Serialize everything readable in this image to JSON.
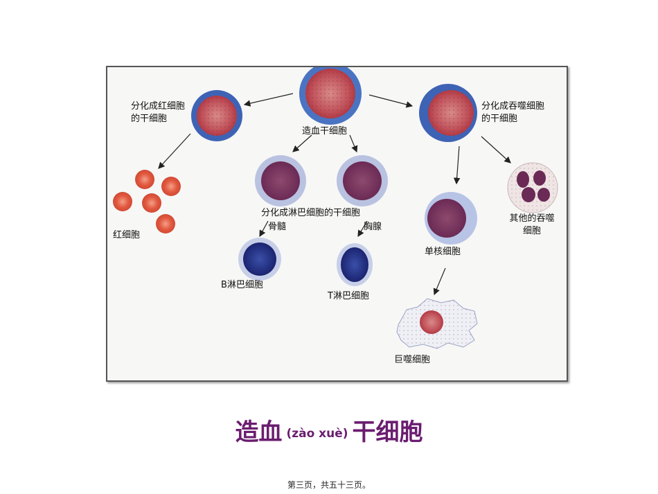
{
  "diagram": {
    "labels": {
      "stem_cell": "造血干细胞",
      "erythroid_progenitor": "分化成红细胞的干细胞",
      "red_blood_cells": "红细胞",
      "lymphoid_progenitor": "分化成淋巴细胞的干细胞",
      "bone_marrow": "骨髓",
      "thymus": "胸腺",
      "b_cell": "B淋巴细胞",
      "t_cell": "T淋巴细胞",
      "myeloid_progenitor": "分化成吞噬细胞的干细胞",
      "monocyte": "单核细胞",
      "other_phagocytes": "其他的吞噬细胞",
      "macrophage": "巨噬细胞"
    }
  },
  "caption": {
    "main_a": "造血",
    "pinyin": "(zào xuè)",
    "main_b": "干细胞"
  },
  "footer": "第三页，共五十三页。"
}
